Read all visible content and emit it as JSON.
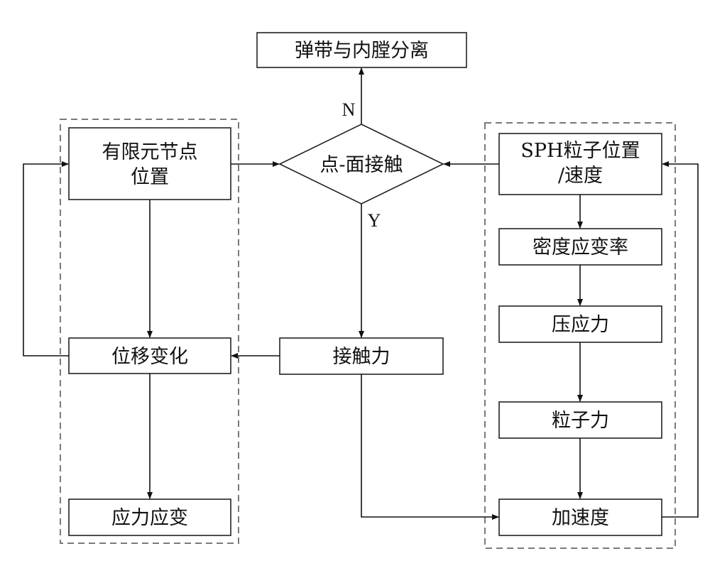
{
  "nodes": {
    "separation": "弹带与内膛分离",
    "fe_position_l1": "有限元节点",
    "fe_position_l2": "位置",
    "contact_decision": "点-面接触",
    "sph_state_l1": "SPH粒子位置",
    "sph_state_l2": "/速度",
    "density_strain_rate": "密度应变率",
    "pressure_stress": "压应力",
    "displacement_change": "位移变化",
    "contact_force": "接触力",
    "particle_force": "粒子力",
    "stress_strain": "应力应变",
    "acceleration": "加速度"
  },
  "branch_labels": {
    "no": "N",
    "yes": "Y"
  }
}
